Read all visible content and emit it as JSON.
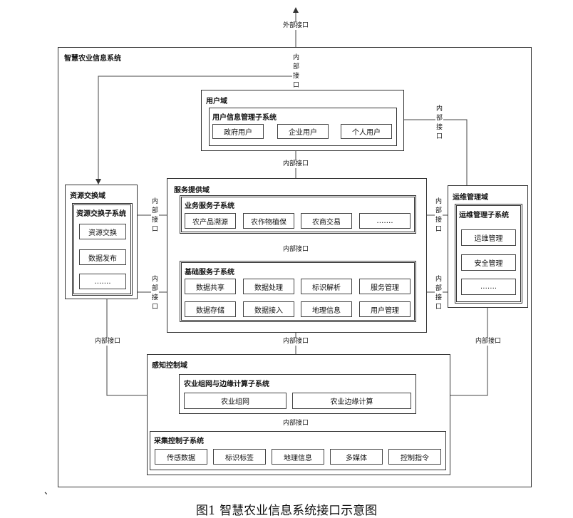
{
  "external": {
    "label": "外部接口"
  },
  "system": {
    "title": "智慧农业信息系统",
    "top_internal": "内部接口"
  },
  "user_domain": {
    "title": "用户域",
    "subsystem": {
      "title": "用户信息管理子系统",
      "items": [
        "政府用户",
        "企业用户",
        "个人用户"
      ]
    }
  },
  "interface_user_service": "内部接口",
  "service_domain": {
    "title": "服务提供域",
    "business": {
      "title": "业务服务子系统",
      "items": [
        "农产品溯源",
        "农作物植保",
        "农商交易",
        "……."
      ]
    },
    "interface_mid": "内部接口",
    "basic": {
      "title": "基础服务子系统",
      "items": [
        "数据共享",
        "数据处理",
        "标识解析",
        "服务管理",
        "数据存储",
        "数据接入",
        "地理信息",
        "用户管理"
      ]
    }
  },
  "resource_domain": {
    "title": "资源交换域",
    "subsystem": {
      "title": "资源交换子系统",
      "items": [
        "资源交换",
        "数据发布",
        "……."
      ]
    }
  },
  "ops_domain": {
    "title": "运维管理域",
    "subsystem": {
      "title": "运维管理子系统",
      "items": [
        "运维管理",
        "安全管理",
        "……."
      ]
    }
  },
  "vertical_labels": {
    "left_top": "内部接口",
    "left_bottom": "内部接口",
    "right_top": "内部接口",
    "right_bottom": "内部接口",
    "right_upper": "内部接口"
  },
  "side_bottom_labels": {
    "left": "内部接口",
    "right": "内部接口",
    "center": "内部接口"
  },
  "perception_domain": {
    "title": "感知控制域",
    "network": {
      "title": "农业组网与边缘计算子系统",
      "items": [
        "农业组网",
        "农业边缘计算"
      ]
    },
    "interface": "内部接口",
    "collect": {
      "title": "采集控制子系统",
      "items": [
        "传感数据",
        "标识标签",
        "地理信息",
        "多媒体",
        "控制指令"
      ]
    }
  },
  "mark": "、",
  "caption": "图1  智慧农业信息系统接口示意图"
}
